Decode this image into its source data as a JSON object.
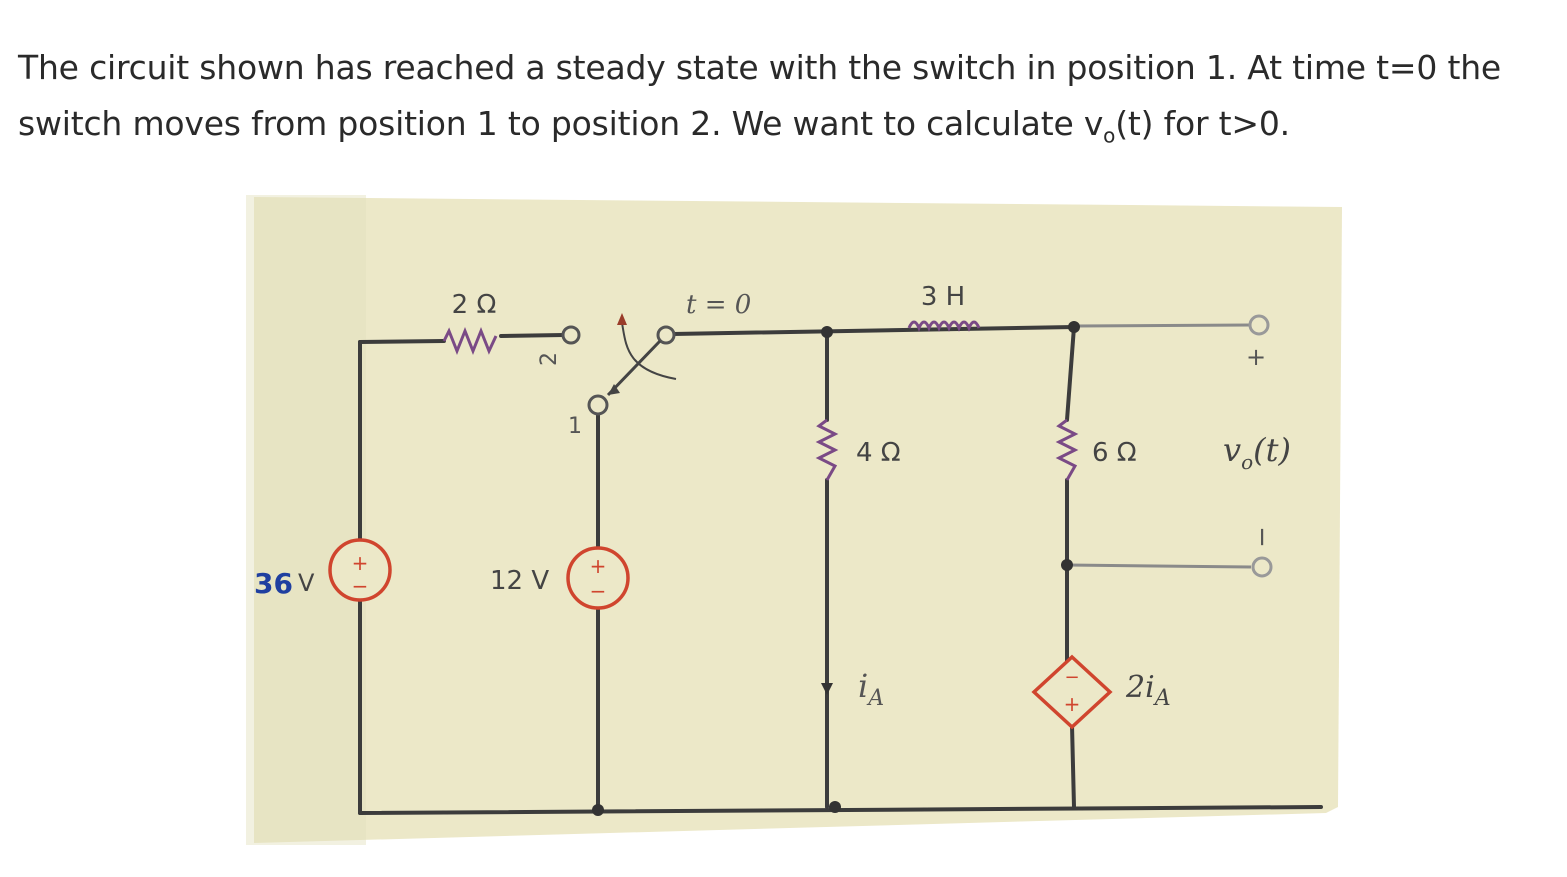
{
  "problem": {
    "line1": "The circuit shown has reached a steady state with the switch in position 1. At time t=0 the",
    "line2_prefix": "switch moves from position 1 to position 2. We want to calculate v",
    "line2_sub": "o",
    "line2_suffix": "(t) for t>0."
  },
  "circuit": {
    "r_left": "2 Ω",
    "switch_time": "t = 0",
    "inductor": "3 H",
    "switch_pos_2": "2",
    "switch_pos_1": "1",
    "source_left_value": "36",
    "source_left_unit": "V",
    "source_mid": "12 V",
    "r_mid": "4 Ω",
    "r_right": "6 Ω",
    "current_label": "i",
    "current_sub": "A",
    "dep_source": "2i",
    "dep_source_sub": "A",
    "vo_label": "v",
    "vo_sub": "o",
    "vo_arg": "(t)",
    "plus": "+",
    "minus": "−",
    "colors": {
      "paper": "#ece8c8",
      "wire": "#3c3c3c",
      "source_ring": "#d0452e",
      "handwriting": "#1f3fa0"
    }
  }
}
